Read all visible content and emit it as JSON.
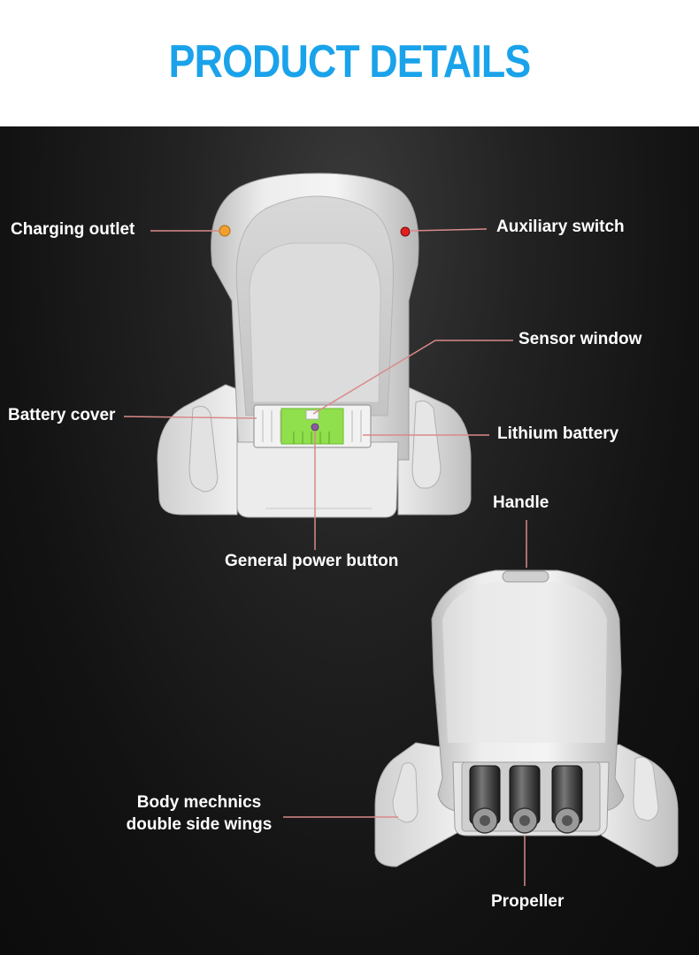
{
  "header": {
    "title": "PRODUCT DETAILS"
  },
  "callouts": {
    "charging_outlet": "Charging outlet",
    "auxiliary_switch": "Auxiliary switch",
    "sensor_window": "Sensor window",
    "battery_cover": "Battery cover",
    "lithium_battery": "Lithium battery",
    "handle": "Handle",
    "general_power_button": "General power button",
    "body_wings_line1": "Body mechnics",
    "body_wings_line2": "double side wings",
    "propeller": "Propeller"
  },
  "colors": {
    "title": "#1aa3ea",
    "leader_line": "#d98a8a",
    "body": "#e6e6e6",
    "battery_green": "#8fe04c",
    "charging_led": "#f0a030",
    "switch_led": "#e02020"
  }
}
